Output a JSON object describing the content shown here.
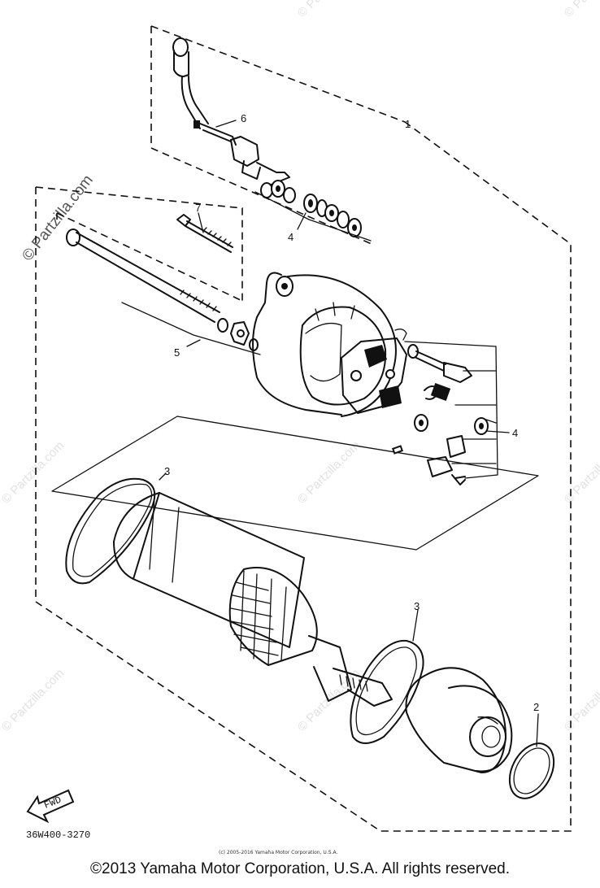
{
  "callouts": {
    "c1": "1",
    "c2": "2",
    "c3a": "3",
    "c3b": "3",
    "c4a": "4",
    "c4b": "4",
    "c5": "5",
    "c6": "6",
    "c7": "7"
  },
  "part_code": "36W400-3270",
  "fwd_label": "FWD",
  "small_copyright": "(c) 2005-2016 Yamaha Motor Corporation, U.S.A.",
  "watermark": "© Partzilla.com",
  "bottom_copyright": "©2013 Yamaha Motor Corporation, U.S.A. All rights reserved."
}
